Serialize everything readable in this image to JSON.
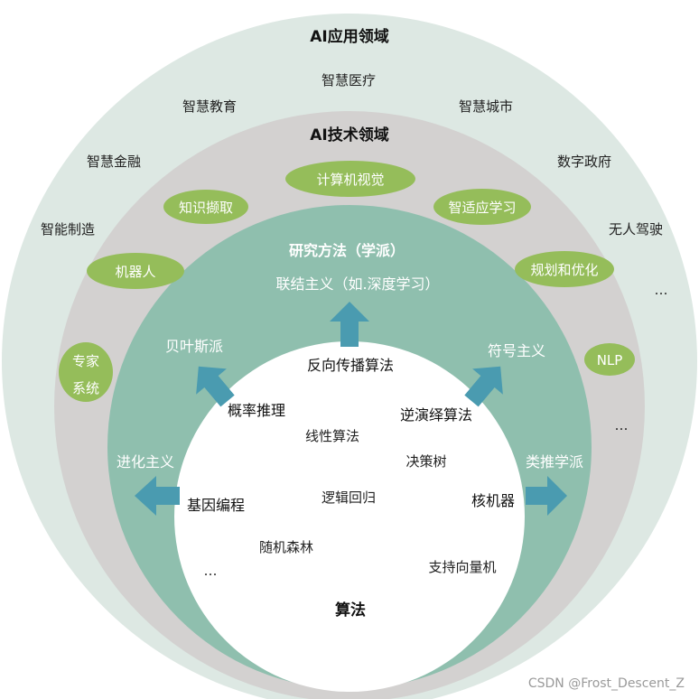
{
  "app_domain": {
    "title": "AI应用领域",
    "items": [
      "智慧医疗",
      "智慧教育",
      "智慧城市",
      "智慧金融",
      "数字政府",
      "智能制造",
      "无人驾驶",
      "…",
      "…"
    ]
  },
  "tech_domain": {
    "title": "AI技术领域",
    "pills": [
      "计算机视觉",
      "知识撷取",
      "智适应学习",
      "机器人",
      "规划和优化",
      "专家",
      "系统",
      "NLP"
    ]
  },
  "research": {
    "title": "研究方法（学派）",
    "schools": [
      "联结主义（如.深度学习）",
      "贝叶斯派",
      "符号主义",
      "进化主义",
      "类推学派"
    ]
  },
  "algorithms": {
    "title": "算法",
    "items": [
      "反向传播算法",
      "概率推理",
      "逆演绎算法",
      "线性算法",
      "决策树",
      "基因编程",
      "逻辑回归",
      "核机器",
      "随机森林",
      "支持向量机",
      "…"
    ]
  },
  "watermark": "CSDN @Frost_Descent_Z",
  "colors": {
    "outer_ring": "#dde8e3",
    "tech_ring": "#d3d1d0",
    "research_ring": "#8fbfae",
    "core": "#ffffff",
    "pill": "#95bd5a",
    "arrow": "#4a9bb0"
  }
}
